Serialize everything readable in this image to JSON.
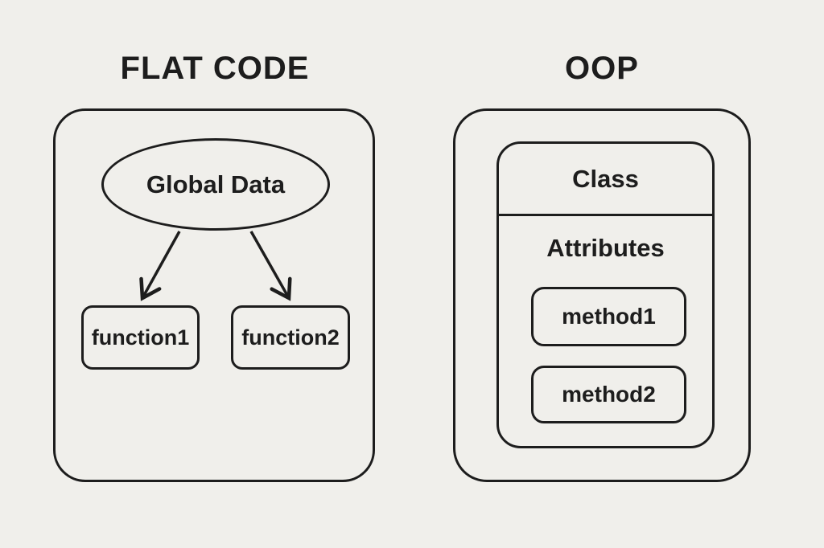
{
  "colors": {
    "background": "#f0efeb",
    "ink": "#1d1d1d"
  },
  "left_panel": {
    "title": "FLAT CODE",
    "global_data_label": "Global Data",
    "functions": [
      "function1",
      "function2"
    ]
  },
  "right_panel": {
    "title": "OOP",
    "class_label": "Class",
    "attributes_label": "Attributes",
    "methods": [
      "method1",
      "method2"
    ]
  }
}
